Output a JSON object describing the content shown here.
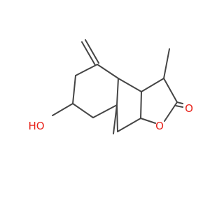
{
  "molecule": {
    "atom_labels": {
      "hydroxyl": "HO",
      "ring_oxygen": "O",
      "carbonyl_oxygen": "O"
    },
    "colors": {
      "bond": "#454545",
      "oxygen": "#e8231b",
      "background": "#ffffff"
    }
  }
}
